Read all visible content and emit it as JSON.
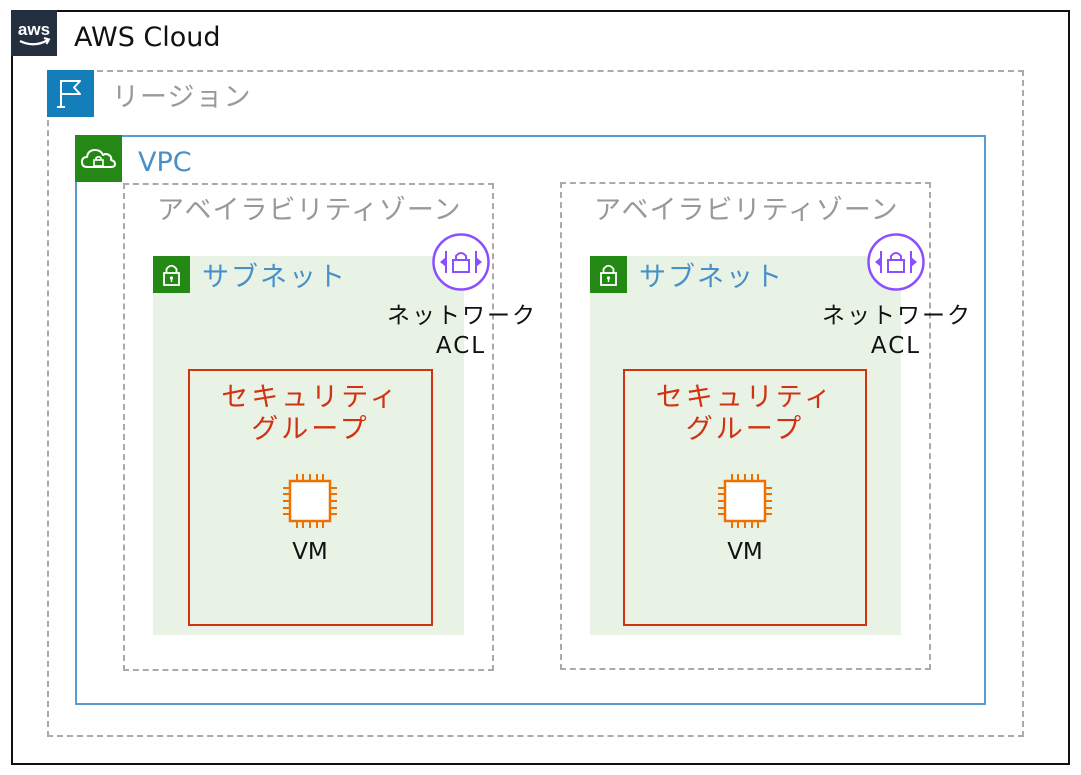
{
  "cloud": {
    "label": "AWS Cloud",
    "icon": "aws-logo-icon"
  },
  "region": {
    "label": "リージョン",
    "icon": "flag-icon"
  },
  "vpc": {
    "label": "VPC",
    "icon": "cloud-lock-icon"
  },
  "zones": [
    {
      "label": "アベイラビリティゾーン",
      "subnet": {
        "label": "サブネット",
        "icon": "lock-icon"
      },
      "acl": {
        "line1": "ネットワーク",
        "line2": "ACL",
        "icon": "network-acl-icon"
      },
      "security_group": {
        "line1": "セキュリティ",
        "line2": "グループ"
      },
      "vm": {
        "label": "VM",
        "icon": "chip-icon"
      }
    },
    {
      "label": "アベイラビリティゾーン",
      "subnet": {
        "label": "サブネット",
        "icon": "lock-icon"
      },
      "acl": {
        "line1": "ネットワーク",
        "line2": "ACL",
        "icon": "network-acl-icon"
      },
      "security_group": {
        "line1": "セキュリティ",
        "line2": "グループ"
      },
      "vm": {
        "label": "VM",
        "icon": "chip-icon"
      }
    }
  ],
  "colors": {
    "aws_dark": "#232f3e",
    "region_blue": "#147eba",
    "vpc_green": "#248814",
    "vpc_border": "#5a9bcf",
    "subnet_fill": "#e8f3e6",
    "security_group_red": "#d13212",
    "acl_purple": "#8c4fff",
    "ec2_orange": "#ed7100"
  }
}
